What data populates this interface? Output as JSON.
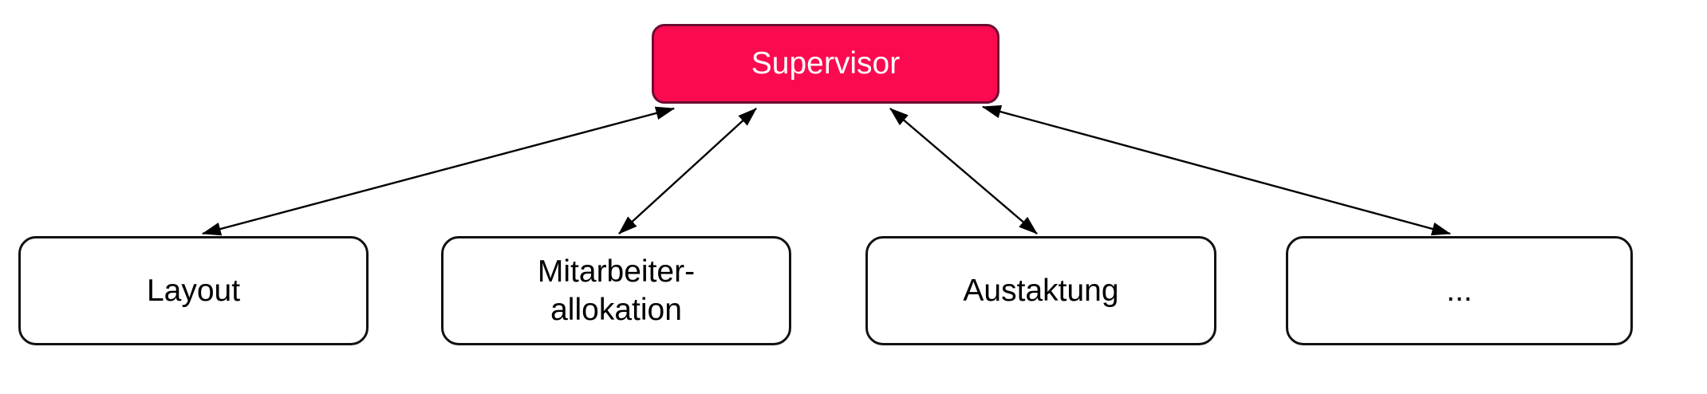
{
  "diagram": {
    "type": "hierarchy-flowchart",
    "nodes": {
      "supervisor": {
        "id": "supervisor",
        "label": "Supervisor",
        "role": "root"
      },
      "children": [
        {
          "id": "layout",
          "label": "Layout"
        },
        {
          "id": "mitarbeiterallokation",
          "label": "Mitarbeiter-\nallokation"
        },
        {
          "id": "austaktung",
          "label": "Austaktung"
        },
        {
          "id": "more",
          "label": "..."
        }
      ]
    },
    "edges": [
      {
        "from": "supervisor",
        "to": "layout",
        "bidirectional": true
      },
      {
        "from": "supervisor",
        "to": "mitarbeiterallokation",
        "bidirectional": true
      },
      {
        "from": "supervisor",
        "to": "austaktung",
        "bidirectional": true
      },
      {
        "from": "supervisor",
        "to": "more",
        "bidirectional": true
      }
    ]
  },
  "theme": {
    "supervisor_fill": "#fb0a4f",
    "supervisor_border": "#6b0d32",
    "child_fill": "#ffffff",
    "child_border": "#111111",
    "edge_color": "#000000",
    "supervisor_text_color": "#ffffff",
    "child_text_color": "#000000"
  }
}
